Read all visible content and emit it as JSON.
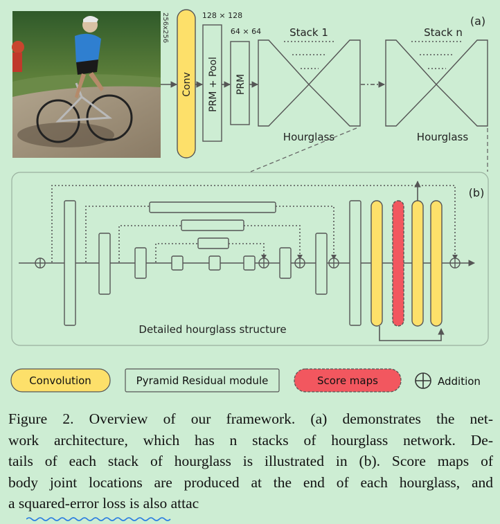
{
  "panel_a": {
    "label": "(a)",
    "input_size": "256x256",
    "conv_label": "Conv",
    "size_128": "128 × 128",
    "prm_pool_label": "PRM + Pool",
    "size_64": "64 × 64",
    "prm_label": "PRM",
    "stack1_title": "Stack 1",
    "stackn_title": "Stack n",
    "hourglass_label": "Hourglass"
  },
  "panel_b": {
    "label": "(b)",
    "title": "Detailed hourglass structure"
  },
  "legend": {
    "convolution": "Convolution",
    "prm": "Pyramid Residual module",
    "score_maps": "Score maps",
    "addition": "Addition"
  },
  "caption": {
    "line1": "Figure 2. Overview of our framework.  (a) demonstrates the net-",
    "line2": "work architecture, which has n stacks of hourglass network.  De-",
    "line3": "tails of each stack of hourglass is illustrated in (b). Score maps of",
    "line4": "body joint locations are produced at the end of each hourglass, and",
    "line5": "a squared-error loss is also attac"
  },
  "colors": {
    "background": "#cdedd3",
    "conv_fill": "#fde06a",
    "score_fill": "#f2575f",
    "stroke": "#4a4a4a"
  }
}
